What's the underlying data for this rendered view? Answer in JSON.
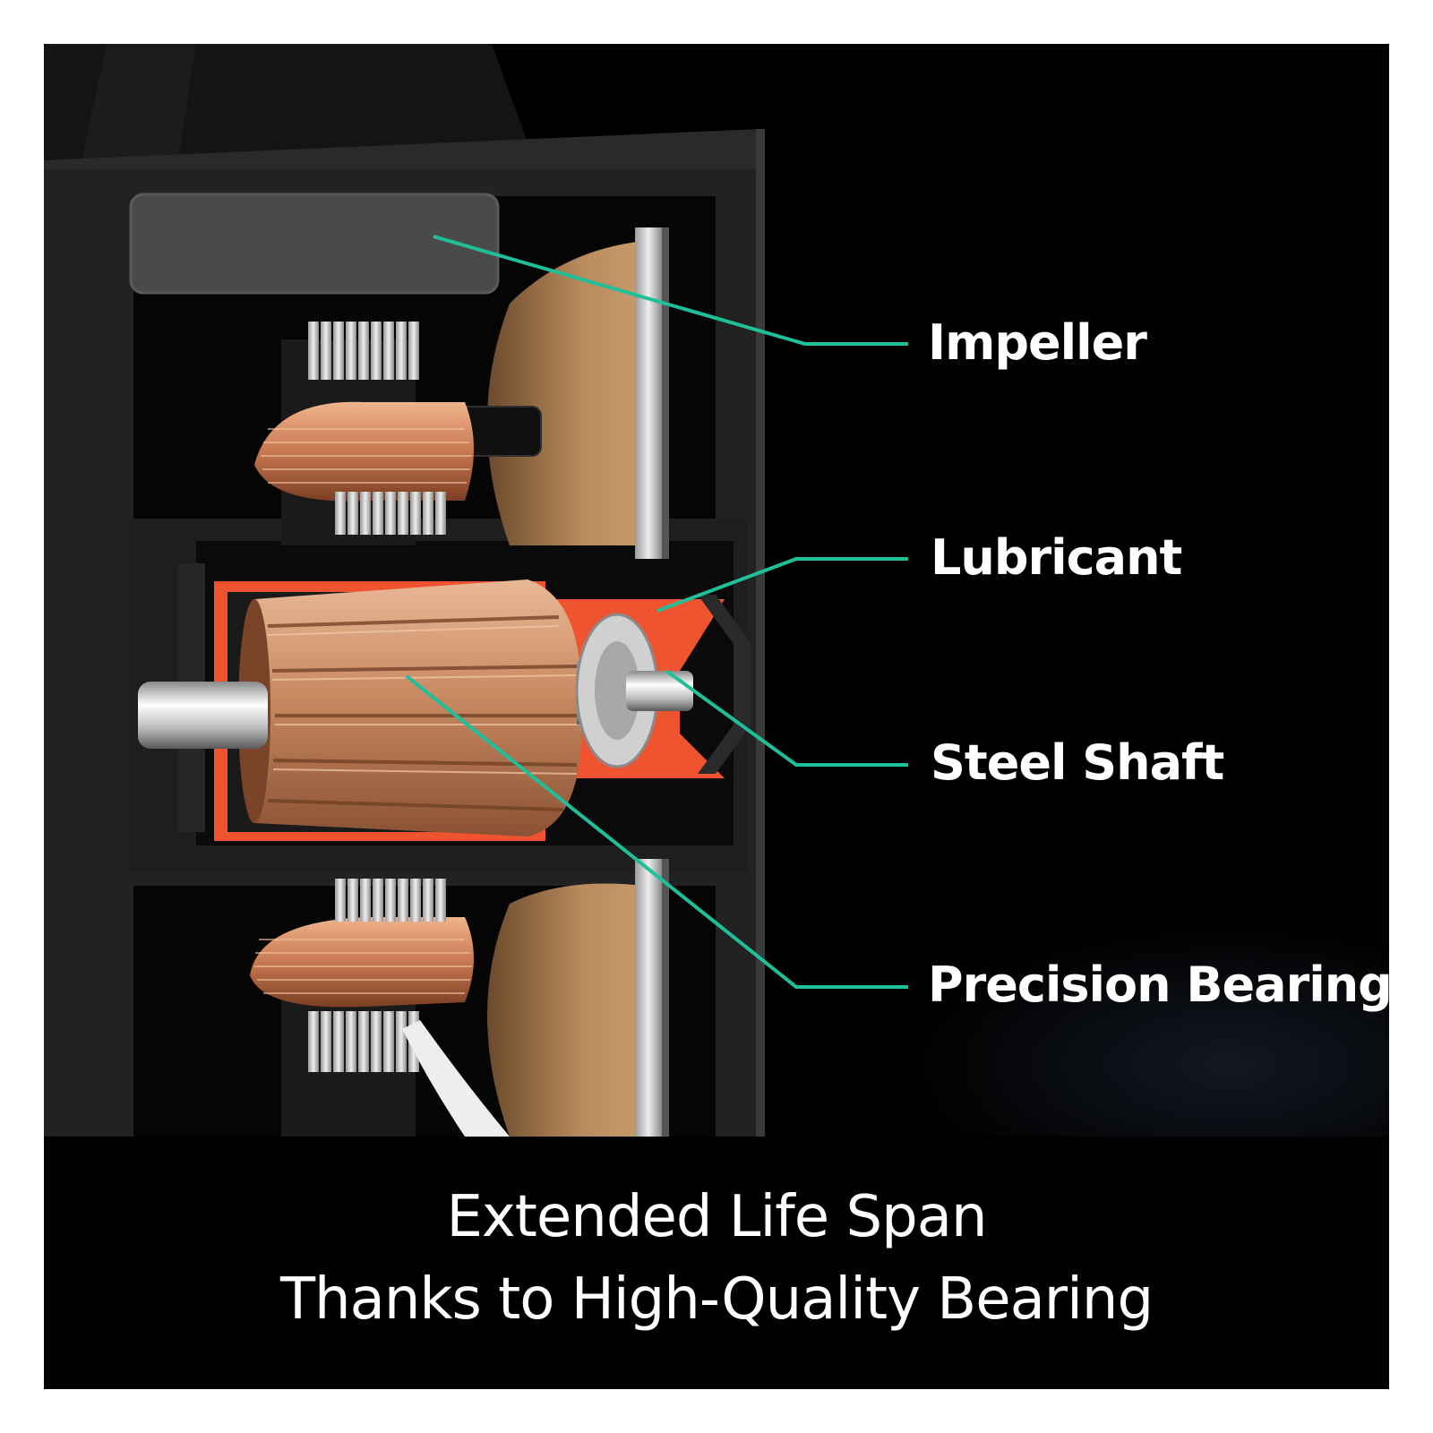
{
  "callouts": {
    "impeller": "Impeller",
    "lubricant": "Lubricant",
    "steel_shaft": "Steel Shaft",
    "precision_bearing": "Precision Bearing"
  },
  "caption": {
    "line1": "Extended Life Span",
    "line2": "Thanks to High-Quality Bearing"
  },
  "colors": {
    "leader_line": "#1fbf9a",
    "lubricant": "#f0532f",
    "copper": "#c98a62",
    "housing": "#242424"
  }
}
